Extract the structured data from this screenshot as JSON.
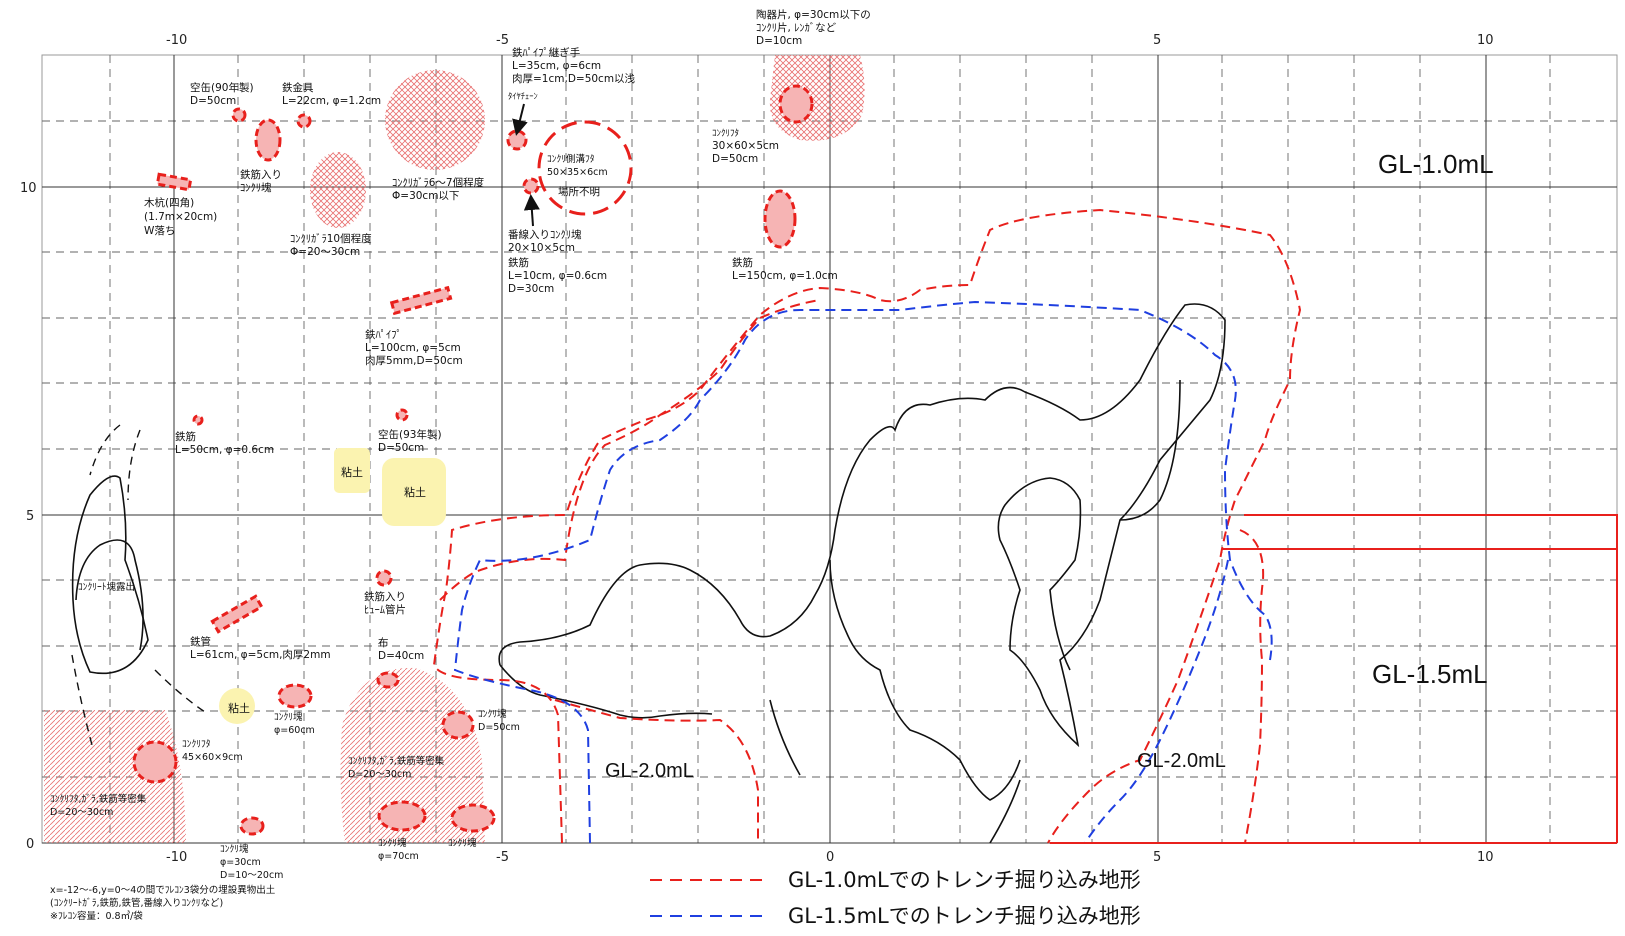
{
  "axes": {
    "x_ticks": [
      "-10",
      "-5",
      "0",
      "5",
      "10"
    ],
    "y_ticks": [
      "0",
      "5",
      "10"
    ]
  },
  "zones": {
    "gl10": "GL-1.0mL",
    "gl15": "GL-1.5mL",
    "gl20a": "GL-2.0mL",
    "gl20b": "GL-2.0mL"
  },
  "labels": {
    "can90": [
      "空缶(90年製)",
      "D=50cm"
    ],
    "metal": [
      "鉄金具",
      "L=22cm, φ=1.2cm"
    ],
    "rebar_block": [
      "鉄筋入り",
      "ｺﾝｸﾘ塊"
    ],
    "post": [
      "木杭(四角)",
      "(1.7m×20cm)",
      "W落ち"
    ],
    "gara10": [
      "ｺﾝｸﾘｶﾞﾗ10個程度",
      "Φ=20～30cm"
    ],
    "gara67": [
      "ｺﾝｸﾘｶﾞﾗ6～7個程度",
      "Φ=30cm以下"
    ],
    "pipe_joint": [
      "鉄ﾊﾟｲﾌﾟ継ぎ手",
      "L=35cm, φ=6cm",
      "肉厚=1cm,D=50cm以浅"
    ],
    "tire": "ﾀｲﾔﾁｪｰﾝ",
    "ditch": [
      "ｺﾝｸﾘ側溝ﾌﾀ",
      "50×35×6cm"
    ],
    "unknown": "場所不明",
    "numbered": [
      "番線入りｺﾝｸﾘ塊",
      "20×10×5cm"
    ],
    "rebar_small": [
      "鉄筋",
      "L=10cm, φ=0.6cm",
      "D=30cm"
    ],
    "ceramic": [
      "陶器片, φ=30cm以下の",
      "ｺﾝｸﾘ片, ﾚﾝｶﾞなど",
      "D=10cm"
    ],
    "lid30": [
      "ｺﾝｸﾘﾌﾀ",
      "30×60×5cm",
      "D=50cm"
    ],
    "rebar150": [
      "鉄筋",
      "L=150cm, φ=1.0cm"
    ],
    "pipe100": [
      "鉄ﾊﾟｲﾌﾟ",
      "L=100cm, φ=5cm",
      "肉厚5mm,D=50cm"
    ],
    "rebar50": [
      "鉄筋",
      "L=50cm, φ=0.6cm"
    ],
    "can93": [
      "空缶(93年製)",
      "D=50cm"
    ],
    "clay": "粘土",
    "exposed": "ｺﾝｸﾘｰﾄ塊露出",
    "hume": [
      "鉄筋入り",
      "ﾋｭｰﾑ管片"
    ],
    "tube": [
      "鉄管",
      "L=61cm, φ=5cm,肉厚2mm"
    ],
    "cloth": [
      "布",
      "D=40cm"
    ],
    "block60": [
      "ｺﾝｸﾘ塊",
      "φ=60cm"
    ],
    "block50": [
      "ｺﾝｸﾘ塊",
      "D=50cm"
    ],
    "lid45": [
      "ｺﾝｸﾘﾌﾀ",
      "45×60×9cm"
    ],
    "dense_mid": [
      "ｺﾝｸﾘﾌﾀ,ｶﾞﾗ,鉄筋等密集",
      "D=20～30cm"
    ],
    "dense_left": [
      "ｺﾝｸﾘﾌﾀ,ｶﾞﾗ,鉄筋等密集",
      "D=20～30cm"
    ],
    "block70": [
      "ｺﾝｸﾘ塊",
      "φ=70cm"
    ],
    "block_small": "ｺﾝｸﾘ塊",
    "block30": [
      "ｺﾝｸﾘ塊",
      "φ=30cm",
      "D=10～20cm"
    ],
    "footnote": [
      "x=-12～-6,y=0～4の間でﾌﾚｺﾝ3袋分の埋設異物出土",
      "(ｺﾝｸﾘｰﾄｶﾞﾗ,鉄筋,鉄管,番線入りｺﾝｸﾘなど)",
      "※ﾌﾚｺﾝ容量：0.8㎥/袋"
    ]
  },
  "legend": {
    "gl10": "GL-1.0mLでのトレンチ掘り込み地形",
    "gl15": "GL-1.5mLでのトレンチ掘り込み地形"
  },
  "colors": {
    "red": "#e8201c",
    "blue": "#1f3fe0",
    "hatch": "#e87070",
    "clay": "#fbf3b0"
  }
}
